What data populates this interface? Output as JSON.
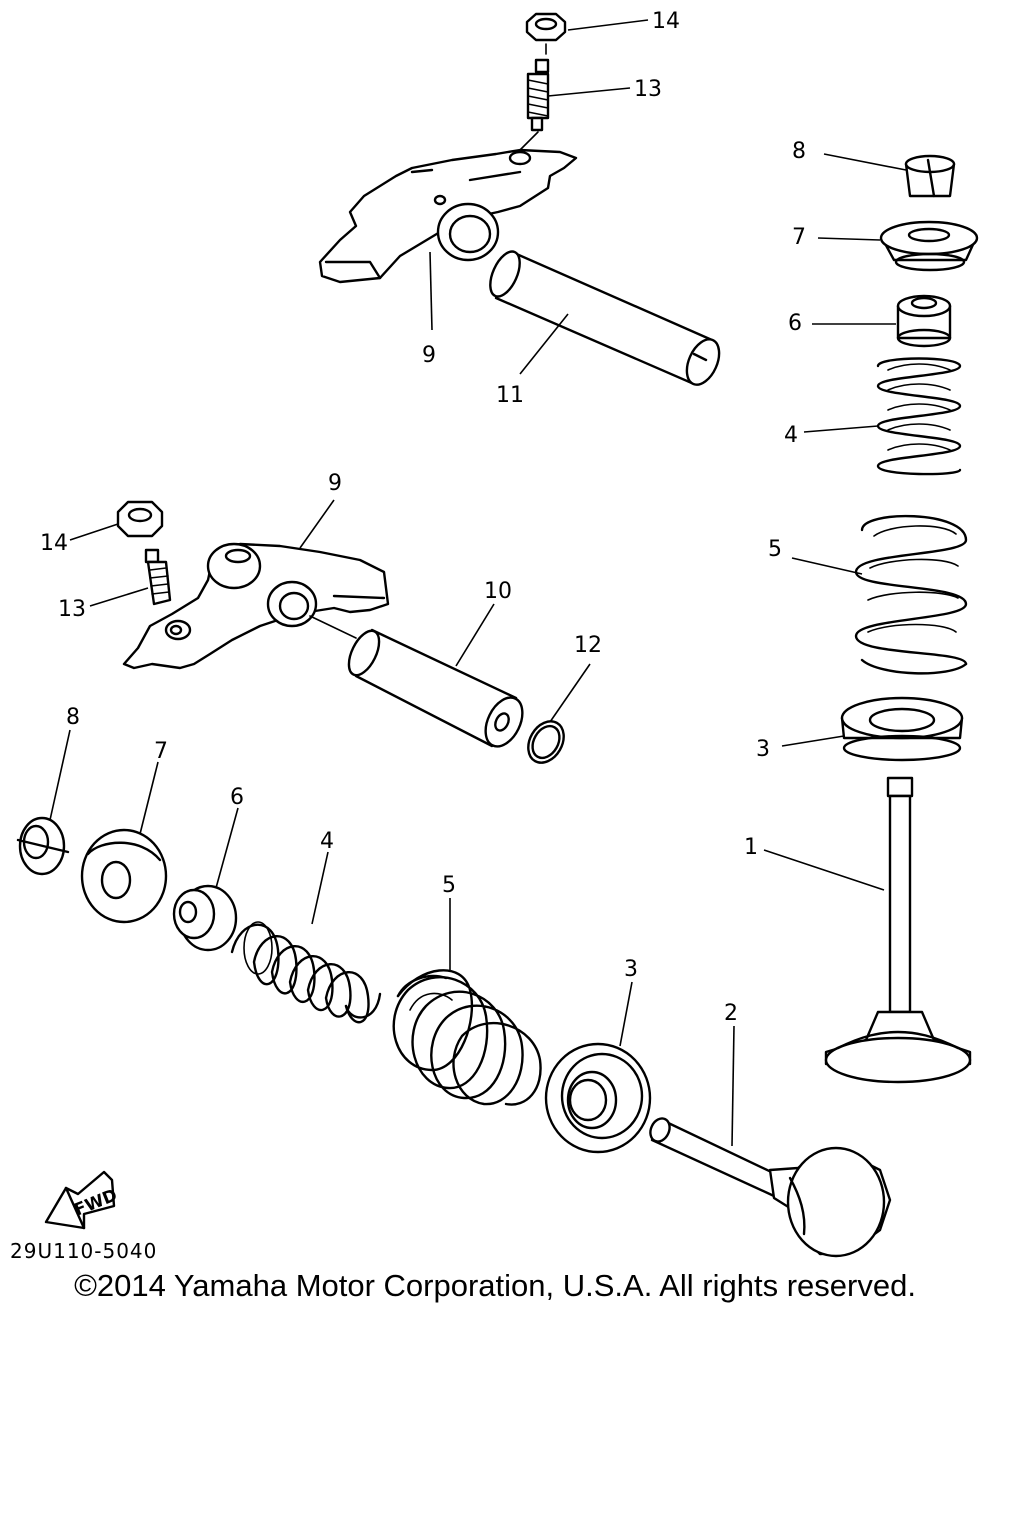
{
  "callouts": {
    "c14a": "14",
    "c13a": "13",
    "c8a": "8",
    "c7a": "7",
    "c6a": "6",
    "c9a": "9",
    "c11": "11",
    "c4a": "4",
    "c9b": "9",
    "c14b": "14",
    "c5a": "5",
    "c13b": "13",
    "c10": "10",
    "c12": "12",
    "c8b": "8",
    "c3a": "3",
    "c7b": "7",
    "c6b": "6",
    "c1": "1",
    "c4b": "4",
    "c5b": "5",
    "c3b": "3",
    "c2": "2"
  },
  "fwd_label": "FWD",
  "diagram_code": "29U110-5040",
  "copyright": "©2014 Yamaha Motor Corporation, U.S.A. All rights reserved."
}
